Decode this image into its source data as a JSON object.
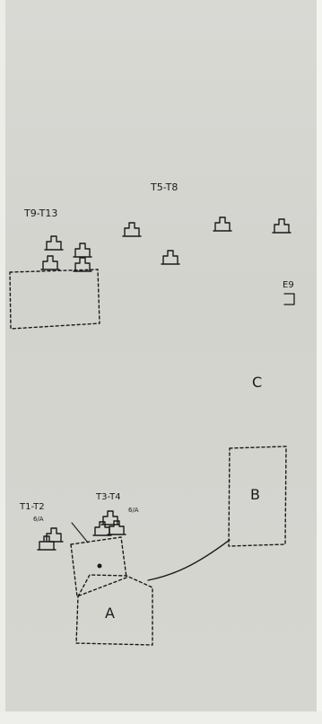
{
  "drawing": {
    "labels": {
      "group_t9_t13": "T9-T13",
      "group_t5_t8": "T5-T8",
      "t1_t2": "T1-T2",
      "t1_t2_note": "6/A",
      "t3_t4": "T3-T4",
      "t3_t4_note": "6/A",
      "e9": "E9",
      "c": "C",
      "b": "B",
      "a": "A"
    }
  }
}
